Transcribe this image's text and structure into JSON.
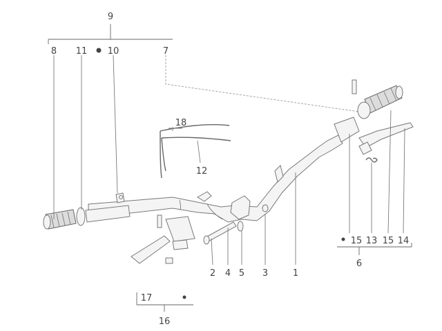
{
  "labels": {
    "n1": "1",
    "n2": "2",
    "n3": "3",
    "n4": "4",
    "n5": "5",
    "n6": "6",
    "n7": "7",
    "n8": "8",
    "n9": "9",
    "n10": "10",
    "n11": "11",
    "n12": "12",
    "n13": "13",
    "n14": "14",
    "n15a": "15",
    "n15b": "15",
    "n16": "16",
    "n17": "17",
    "n18": "18"
  }
}
